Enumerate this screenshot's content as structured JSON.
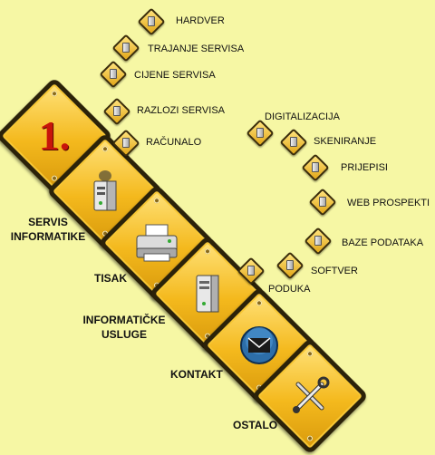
{
  "logo": {
    "text": "1."
  },
  "categories": [
    {
      "label_line1": "SERVIS",
      "label_line2": "INFORMATIKE",
      "icon": "server-icon"
    },
    {
      "label_line1": "TISAK",
      "label_line2": "",
      "icon": "printer-icon"
    },
    {
      "label_line1": "INFORMATIČKE",
      "label_line2": "USLUGE",
      "icon": "computer-tower-icon"
    },
    {
      "label_line1": "KONTAKT",
      "label_line2": "",
      "icon": "envelope-icon"
    },
    {
      "label_line1": "OSTALO",
      "label_line2": "",
      "icon": "tools-icon"
    }
  ],
  "servis_links": [
    "HARDVER",
    "TRAJANJE SERVISA",
    "CIJENE SERVISA",
    "RAZLOZI SERVISA",
    "RAČUNALO"
  ],
  "usluge_links": [
    "DIGITALIZACIJA",
    "SKENIRANJE",
    "PRIJEPISI",
    "WEB PROSPEKTI",
    "BAZE PODATAKA",
    "SOFTVER",
    "PODUKA"
  ],
  "colors": {
    "background": "#f6f7a4",
    "tile": "#f4b91d",
    "tile_border": "#2b2209",
    "logo_red": "#c8150a"
  }
}
